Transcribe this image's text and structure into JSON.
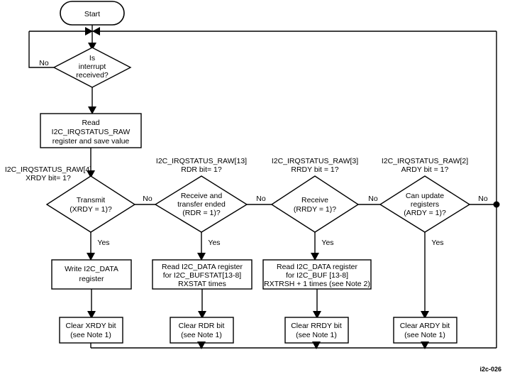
{
  "figure": {
    "id_label": "i2c-026",
    "terminator": {
      "label": "Start"
    },
    "nodes": [
      {
        "key": "is_interrupt",
        "type": "decision",
        "lines": [
          "Is",
          "interrupt",
          "received?"
        ]
      },
      {
        "key": "read_raw",
        "type": "process",
        "lines": [
          "Read",
          "I2C_IRQSTATUS_RAW",
          "register and save value"
        ]
      },
      {
        "key": "transmit",
        "type": "decision",
        "lines": [
          "Transmit",
          "(XRDY = 1)?"
        ],
        "ext_lines": [
          "I2C_IRQSTATUS_RAW[4]",
          "XRDY bit= 1?"
        ]
      },
      {
        "key": "receive_transfer_ended",
        "type": "decision",
        "lines": [
          "Receive and",
          "transfer ended",
          "(RDR = 1)?"
        ],
        "ext_lines": [
          "I2C_IRQSTATUS_RAW[13]",
          "RDR bit= 1?"
        ]
      },
      {
        "key": "receive",
        "type": "decision",
        "lines": [
          "Receive",
          "(RRDY = 1)?"
        ],
        "ext_lines": [
          "I2C_IRQSTATUS_RAW[3]",
          "RRDY bit = 1?"
        ]
      },
      {
        "key": "can_update_registers",
        "type": "decision",
        "lines": [
          "Can update",
          "registers",
          "(ARDY = 1)?"
        ],
        "ext_lines": [
          "I2C_IRQSTATUS_RAW[2]",
          "ARDY  bit = 1?"
        ]
      },
      {
        "key": "write_data",
        "type": "process",
        "lines": [
          "Write I2C_DATA",
          "register"
        ]
      },
      {
        "key": "read_bufstat",
        "type": "process",
        "lines": [
          "Read I2C_DATA register",
          "for I2C_BUFSTAT[13-8]",
          "RXSTAT times"
        ]
      },
      {
        "key": "read_buf",
        "type": "process",
        "lines": [
          "Read I2C_DATA register",
          "for I2C_BUF [13-8]",
          "RXTRSH + 1 times (see Note 2)"
        ]
      },
      {
        "key": "clear_xrdy",
        "type": "process",
        "lines": [
          "Clear XRDY bit",
          "(see Note 1)"
        ]
      },
      {
        "key": "clear_rdr",
        "type": "process",
        "lines": [
          "Clear RDR bit",
          "(see Note 1)"
        ]
      },
      {
        "key": "clear_rrdy",
        "type": "process",
        "lines": [
          "Clear RRDY bit",
          "(see Note 1)"
        ]
      },
      {
        "key": "clear_ardy",
        "type": "process",
        "lines": [
          "Clear ARDY bit",
          "(see Note 1)"
        ]
      }
    ],
    "edge_labels": {
      "interrupt_no": "No",
      "transmit_no": "No",
      "transmit_yes": "Yes",
      "rdr_no": "No",
      "rdr_yes": "Yes",
      "rrdy_no": "No",
      "rrdy_yes": "Yes",
      "ardy_no": "No",
      "ardy_yes": "Yes"
    },
    "colors": {
      "stroke": "#000000",
      "fill": "#ffffff",
      "background": "#ffffff"
    }
  }
}
